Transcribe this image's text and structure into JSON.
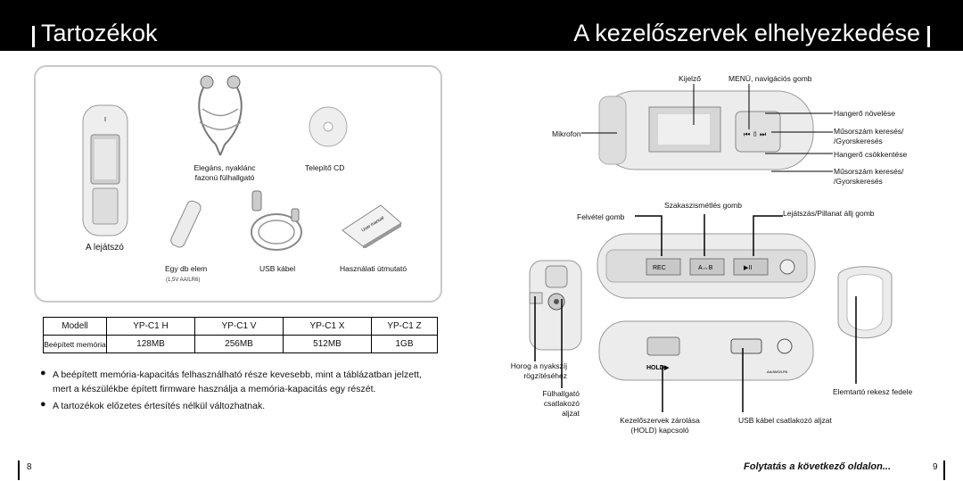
{
  "left": {
    "title": "Tartozékok",
    "items": {
      "earphones": "Elegáns, nyaklánc\nfazonú fülhallgató",
      "cd": "Telepítő CD",
      "player": "A lejátszó",
      "battery": "Egy db elem",
      "battery_note": "(1,5V AA/LR6)",
      "usb": "USB kábel",
      "manual": "Használati útmutató",
      "manual_cover": "User manual"
    },
    "table": {
      "header": [
        "Modell",
        "YP-C1 H",
        "YP-C1 V",
        "YP-C1 X",
        "YP-C1 Z"
      ],
      "row": [
        "Beépített memória",
        "128MB",
        "256MB",
        "512MB",
        "1GB"
      ]
    },
    "notes": [
      "A beépített memória-kapacitás felhasználható része kevesebb, mint a táblázatban jelzett, mert a készülékbe épített firmware használja a memória-kapacitás egy részét.",
      "A tartozékok előzetes értesítés nélkül változhatnak."
    ],
    "page_number": "8"
  },
  "right": {
    "title": "A kezelőszervek elhelyezkedése",
    "labels": {
      "display": "Kijelző",
      "menu": "MENÜ, navigációs gomb",
      "mic": "Mikrofon",
      "vol_up": "Hangerő növelése",
      "search1": "Műsorszám keresés/\n/Gyorskeresés",
      "vol_down": "Hangerő csökkentése",
      "search2": "Műsorszám keresés/\n/Gyorskeresés",
      "section_repeat": "Szakaszismétlés gomb",
      "record": "Felvétel gomb",
      "play_pause": "Lejátszás/Pillanat állj gomb",
      "hook": "Horog a nyakszíj\nrögzítéséhez",
      "earphone_jack": "Fülhallgató\ncsatlakozó\naljzat",
      "hold": "Kezelőszervek zárolása\n(HOLD) kapcsoló",
      "usb_jack": "USB kábel csatlakozó aljzat",
      "battery_cover": "Elemtartó rekesz fedele"
    },
    "device_marks": {
      "rec": "REC",
      "ab": "A↔B",
      "play": "▶II",
      "hold": "HOLD▶",
      "battery_type": "AA/AM3/LR6"
    },
    "continue_text": "Folytatás a következő oldalon...",
    "page_number": "9"
  },
  "colors": {
    "header_bg": "#000000",
    "device_body": "#e6e6e6",
    "device_dark": "#9a9a9a"
  }
}
